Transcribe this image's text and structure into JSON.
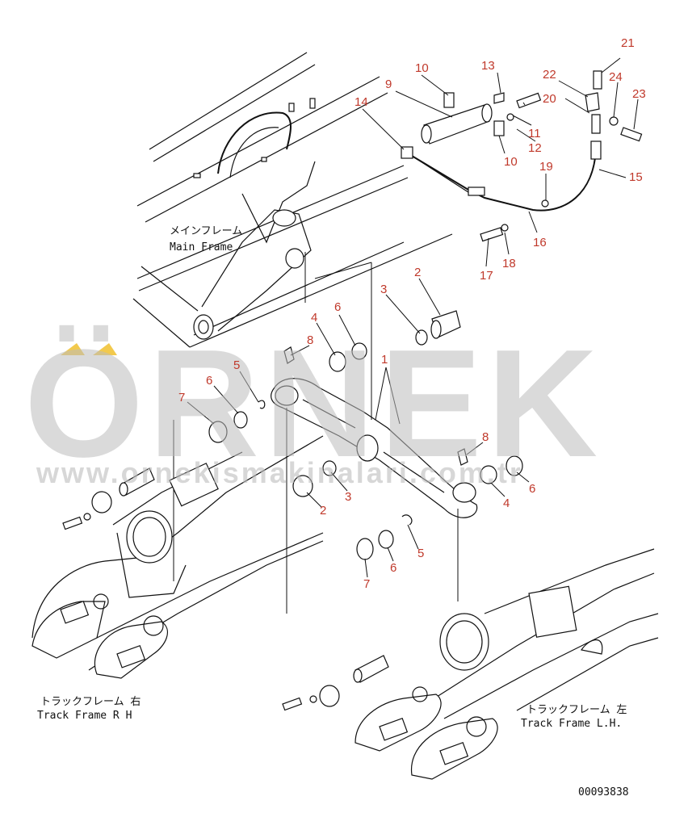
{
  "labels": {
    "main_frame_jp": "メインフレーム",
    "main_frame_en": "Main Frame",
    "track_rh_jp": "トラックフレーム 右",
    "track_rh_en": "Track Frame R H",
    "track_lh_jp": "トラックフレーム 左",
    "track_lh_en": "Track Frame L.H.",
    "drawing_number": "00093838"
  },
  "watermark": {
    "brand": "ÖRNEK",
    "url": "www.ornekismakinalari.com.tr",
    "accent_color": "#f2c94c",
    "gray_color": "#bdbdbd"
  },
  "callouts": [
    "1",
    "2",
    "2",
    "3",
    "3",
    "4",
    "4",
    "5",
    "5",
    "6",
    "6",
    "6",
    "6",
    "7",
    "7",
    "8",
    "8",
    "9",
    "10",
    "10",
    "11",
    "12",
    "13",
    "14",
    "15",
    "16",
    "17",
    "18",
    "19",
    "20",
    "21",
    "22",
    "23",
    "24"
  ],
  "colors": {
    "callout": "#c0392b",
    "line": "#111111"
  }
}
